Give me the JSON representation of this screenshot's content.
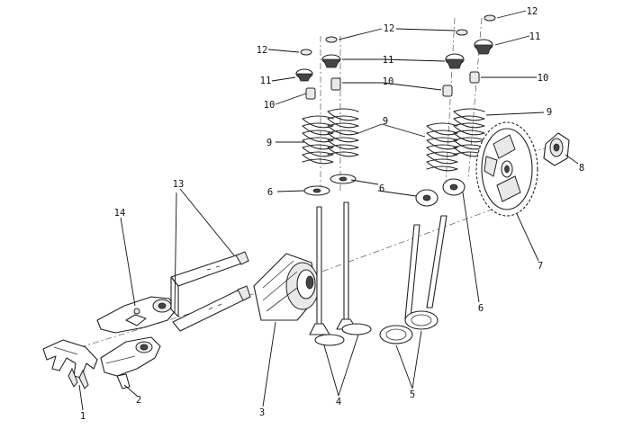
{
  "callouts": {
    "c1": "1",
    "c2": "2",
    "c3": "3",
    "c4": "4",
    "c5": "5",
    "c6a": "6",
    "c6b": "6",
    "c6c": "6",
    "c7": "7",
    "c8": "8",
    "c9a": "9",
    "c9b": "9",
    "c9c": "9",
    "c10a": "10",
    "c10b": "10",
    "c10c": "10",
    "c11a": "11",
    "c11b": "11",
    "c11c": "11",
    "c12a": "12",
    "c12b": "12",
    "c12c": "12",
    "c13": "13",
    "c14": "14"
  }
}
